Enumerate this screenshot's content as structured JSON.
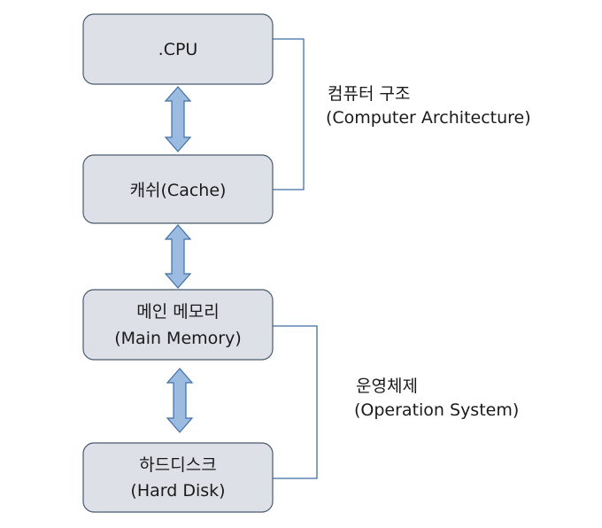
{
  "boxes": {
    "cpu": {
      "label": ".CPU"
    },
    "cache": {
      "label": "캐쉬(Cache)"
    },
    "main_memory": {
      "line1": "메인 메모리",
      "line2": "(Main Memory)"
    },
    "hard_disk": {
      "line1": "하드디스크",
      "line2": "(Hard Disk)"
    }
  },
  "groups": {
    "computer_architecture": {
      "line1": "컴퓨터 구조",
      "line2": "(Computer Architecture)"
    },
    "operating_system": {
      "line1": "운영체제",
      "line2": "(Operation System)"
    }
  },
  "colors": {
    "box_fill": "#dde1e7",
    "box_stroke": "#4a5b6e",
    "arrow_fill": "#9bbbe0",
    "arrow_stroke": "#3f6fa5",
    "bracket": "#3f6fa5"
  }
}
